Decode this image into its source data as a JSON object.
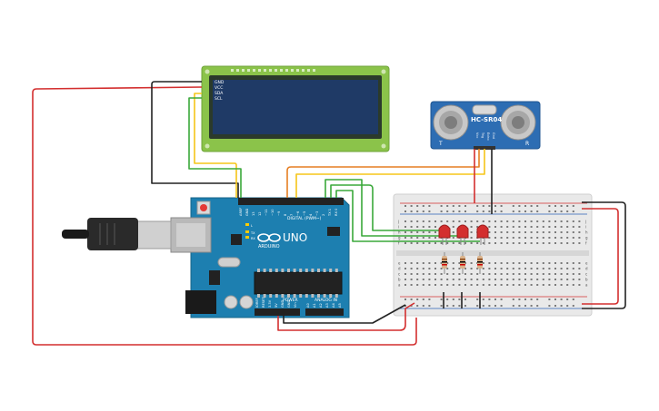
{
  "lcd": {
    "pins": [
      "GND",
      "VCC",
      "SDA",
      "SCL"
    ]
  },
  "sonar": {
    "model": "HC-SR04",
    "pins": [
      "Vcc",
      "Trig",
      "Echo",
      "Gnd"
    ],
    "side_left": "T",
    "side_right": "R"
  },
  "arduino": {
    "brand": "ARDUINO",
    "model": "UNO",
    "digital_label": "DIGITAL (PWM~)",
    "power_label": "POWER",
    "analog_label": "ANALOG IN",
    "tx": "TX",
    "rx": "RX",
    "led_l": "L",
    "digital_pins": [
      "AREF",
      "GND",
      "13",
      "12",
      "~11",
      "~10",
      "~9",
      "8",
      "7",
      "~6",
      "~5",
      "4",
      "~3",
      "2",
      "TX 1",
      "RX 0"
    ],
    "power_pins": [
      "IOREF",
      "RESET",
      "3.3V",
      "5V",
      "GND",
      "GND",
      "Vin"
    ],
    "analog_pins": [
      "A0",
      "A1",
      "A2",
      "A3",
      "A4",
      "A5"
    ]
  },
  "breadboard": {
    "row_letters_top": [
      "j",
      "i",
      "h",
      "g",
      "f"
    ],
    "row_letters_bottom": [
      "e",
      "d",
      "c",
      "b",
      "a"
    ],
    "columns": 30
  },
  "colors": {
    "lcd_board": "#8bc34a",
    "lcd_screen": "#1f3a66",
    "arduino": "#1d7fb0",
    "sonar": "#2d6db3",
    "breadboard": "#e9e9e9",
    "wire_red": "#d32f2f",
    "wire_black": "#222222",
    "wire_yellow": "#f5c518",
    "wire_orange": "#e67e22",
    "wire_green": "#3aa83a",
    "led": "#d32f2f"
  }
}
